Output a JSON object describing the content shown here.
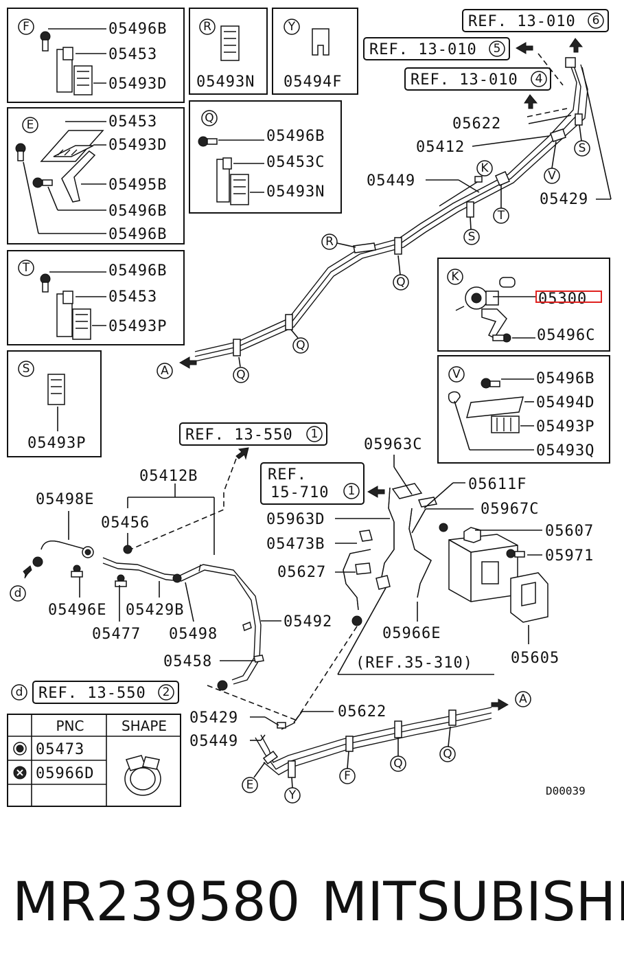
{
  "labels": {
    "F_05496B": "05496B",
    "F_05453": "05453",
    "F_05493D": "05493D",
    "R_05493N": "05493N",
    "Y_05494F": "05494F",
    "E_05453": "05453",
    "E_05493D": "05493D",
    "E_05495B": "05495B",
    "E_05496B_a": "05496B",
    "E_05496B_b": "05496B",
    "Q_05496B": "05496B",
    "Q_05453C": "05453C",
    "Q_05493N": "05493N",
    "T_05496B": "05496B",
    "T_05453": "05453",
    "T_05493P": "05493P",
    "S_05493P": "05493P",
    "K_05300": "05300",
    "K_05496C": "05496C",
    "V_05496B": "05496B",
    "V_05494D": "05494D",
    "V_05493P": "05493P",
    "V_05493Q": "05493Q",
    "top_05622": "05622",
    "top_05412": "05412",
    "top_05449": "05449",
    "top_05429": "05429",
    "b_05412B": "05412B",
    "b_05498E": "05498E",
    "b_05456": "05456",
    "b_05496E": "05496E",
    "b_05429B": "05429B",
    "b_05477": "05477",
    "b_05498": "05498",
    "b_05492": "05492",
    "b_05458": "05458",
    "b_05963C": "05963C",
    "b_05611F": "05611F",
    "b_05963D": "05963D",
    "b_05967C": "05967C",
    "b_05473B": "05473B",
    "b_05607": "05607",
    "b_05971": "05971",
    "b_05627": "05627",
    "b_05966E": "05966E",
    "b_05605": "05605",
    "b_05622": "05622",
    "b_05429": "05429",
    "b_05449": "05449",
    "code": "D00039"
  },
  "refs": {
    "r6_text": "REF. 13-010",
    "r6_num": "6",
    "r5_text": "REF. 13-010",
    "r5_num": "5",
    "r4_text": "REF. 13-010",
    "r4_num": "4",
    "r550_1_text": "REF. 13-550",
    "r550_1_num": "1",
    "r710_line1": "REF.",
    "r710_line2": "15-710",
    "r710_num": "1",
    "r35": "(REF.35-310)",
    "r550_2_text": "REF. 13-550",
    "r550_2_num": "2"
  },
  "letters": {
    "F": "F",
    "R": "R",
    "Y": "Y",
    "E": "E",
    "Q": "Q",
    "T": "T",
    "S": "S",
    "K": "K",
    "V": "V",
    "A": "A",
    "d": "d"
  },
  "table": {
    "col_pnc": "PNC",
    "col_shape": "SHAPE",
    "row1": "05473",
    "row2": "05966D"
  },
  "footer": {
    "part_number": "MR239580",
    "brand": "MITSUBISHI"
  },
  "highlight_color": "#e0201e"
}
